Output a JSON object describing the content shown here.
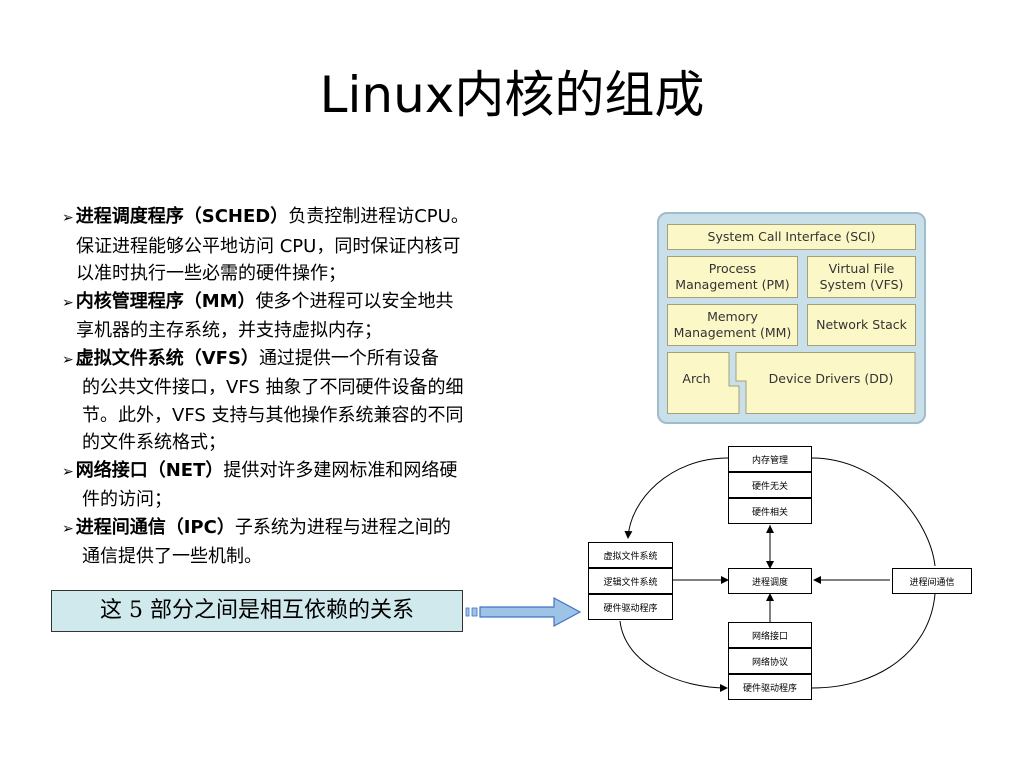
{
  "title": "Linux内核的组成",
  "bullets": [
    {
      "term": "进程调度程序（SCHED）",
      "line1": "负责控制进程访CPU。",
      "more": [
        "保证进程能够公平地访问 CPU，同时保证内核可",
        "以准时执行一些必需的硬件操作；"
      ]
    },
    {
      "term": "内核管理程序（MM）",
      "line1": "使多个进程可以安全地共",
      "more": [
        "享机器的主存系统，并支持虚拟内存；"
      ]
    },
    {
      "term": "虚拟文件系统（VFS）",
      "line1": "通过提供一个所有设备",
      "more": [
        "的公共文件接口，VFS 抽象了不同硬件设备的细",
        "节。此外，VFS 支持与其他操作系统兼容的不同",
        "的文件系统格式；"
      ]
    },
    {
      "term": "网络接口（NET）",
      "line1": "提供对许多建网标准和网络硬",
      "more": [
        "件的访问；"
      ]
    },
    {
      "term": "进程间通信（IPC）",
      "line1": "子系统为进程与进程之间的",
      "more": [
        "通信提供了一些机制。"
      ]
    }
  ],
  "note": "这 5 部分之间是相互依赖的关系",
  "arch": {
    "sci": "System Call Interface (SCI)",
    "pm": [
      "Process",
      "Management (PM)"
    ],
    "vfs": [
      "Virtual File",
      "System (VFS)"
    ],
    "mm": [
      "Memory",
      "Management (MM)"
    ],
    "net": "Network Stack",
    "arch": "Arch",
    "dd": "Device Drivers (DD)"
  },
  "flow": {
    "mem_group": [
      "内存管理",
      "硬件无关",
      "硬件相关"
    ],
    "fs_group": [
      "虚拟文件系统",
      "逻辑文件系统",
      "硬件驱动程序"
    ],
    "sched": "进程调度",
    "ipc": "进程间通信",
    "net_group": [
      "网络接口",
      "网络协议",
      "硬件驱动程序"
    ]
  }
}
